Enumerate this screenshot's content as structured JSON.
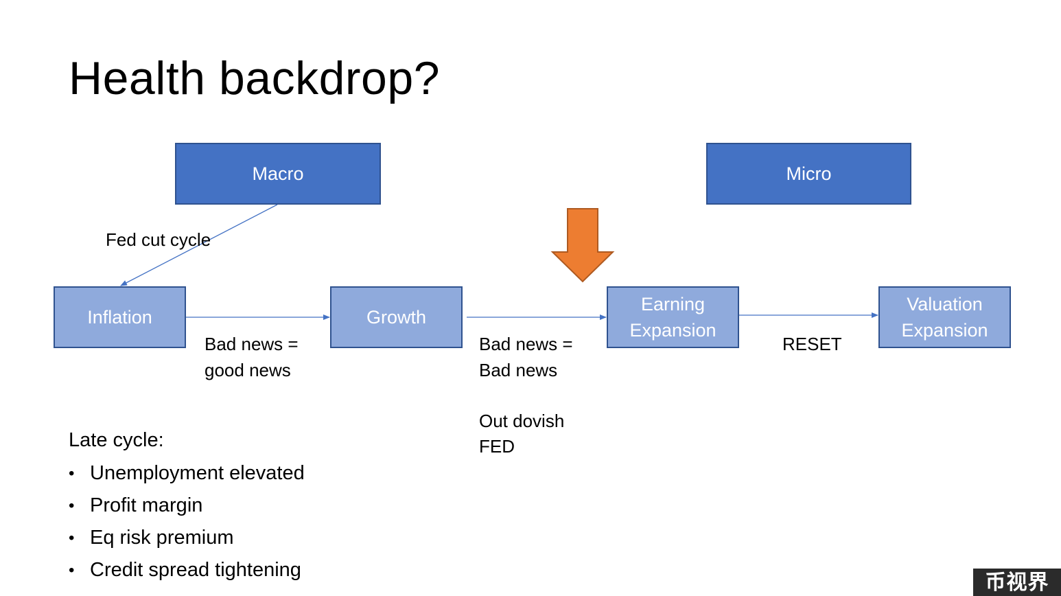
{
  "title": "Health backdrop?",
  "nodes": {
    "macro": "Macro",
    "micro": "Micro",
    "inflation": "Inflation",
    "growth": "Growth",
    "earning": [
      "Earning",
      "Expansion"
    ],
    "valuation": [
      "Valuation",
      "Expansion"
    ]
  },
  "edge_labels": {
    "fed_cut": "Fed cut cycle",
    "bad_good": "Bad news =\ngood news",
    "bad_bad": "Bad news =\nBad news",
    "dovish": "Out dovish\nFED",
    "reset": "RESET"
  },
  "late_cycle": {
    "heading": "Late cycle:",
    "items": [
      "Unemployment elevated",
      "Profit margin",
      "Eq risk premium",
      "Credit spread tightening"
    ]
  },
  "watermark": "币视界",
  "colors": {
    "dark_box": "#4472c4",
    "light_box": "#8faadc",
    "box_border": "#2f528f",
    "connector": "#4472c4",
    "highlight_arrow": "#ed7d31",
    "highlight_arrow_border": "#ae5a21"
  }
}
